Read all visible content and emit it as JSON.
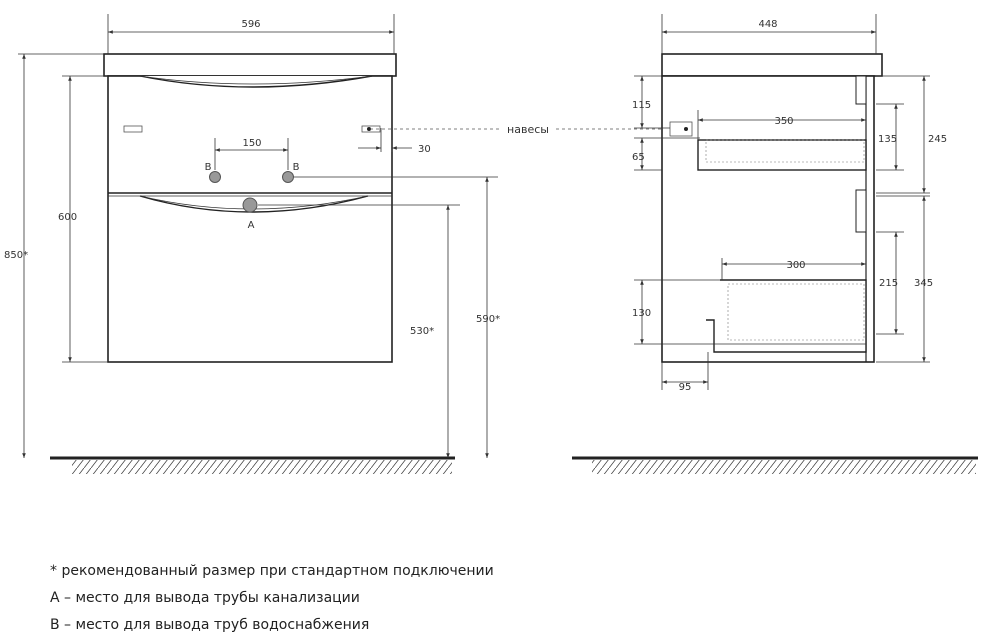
{
  "front": {
    "width": "596",
    "height_total": "850*",
    "height_cabinet": "600",
    "pipes_spacing": "150",
    "hinge_offset": "30",
    "drain_height": "530*",
    "supply_height": "590*",
    "label_a": "A",
    "label_b1": "B",
    "label_b2": "B"
  },
  "hinges_label": "навесы",
  "side": {
    "depth": "448",
    "d115": "115",
    "d350": "350",
    "d65": "65",
    "d135": "135",
    "d245": "245",
    "d300": "300",
    "d215": "215",
    "d345": "345",
    "d130": "130",
    "d95": "95"
  },
  "legend": {
    "line1": "* рекомендованный размер при стандартном подключении",
    "line2": "А – место для вывода трубы канализации",
    "line3": "В – место для вывода труб водоснабжения"
  }
}
